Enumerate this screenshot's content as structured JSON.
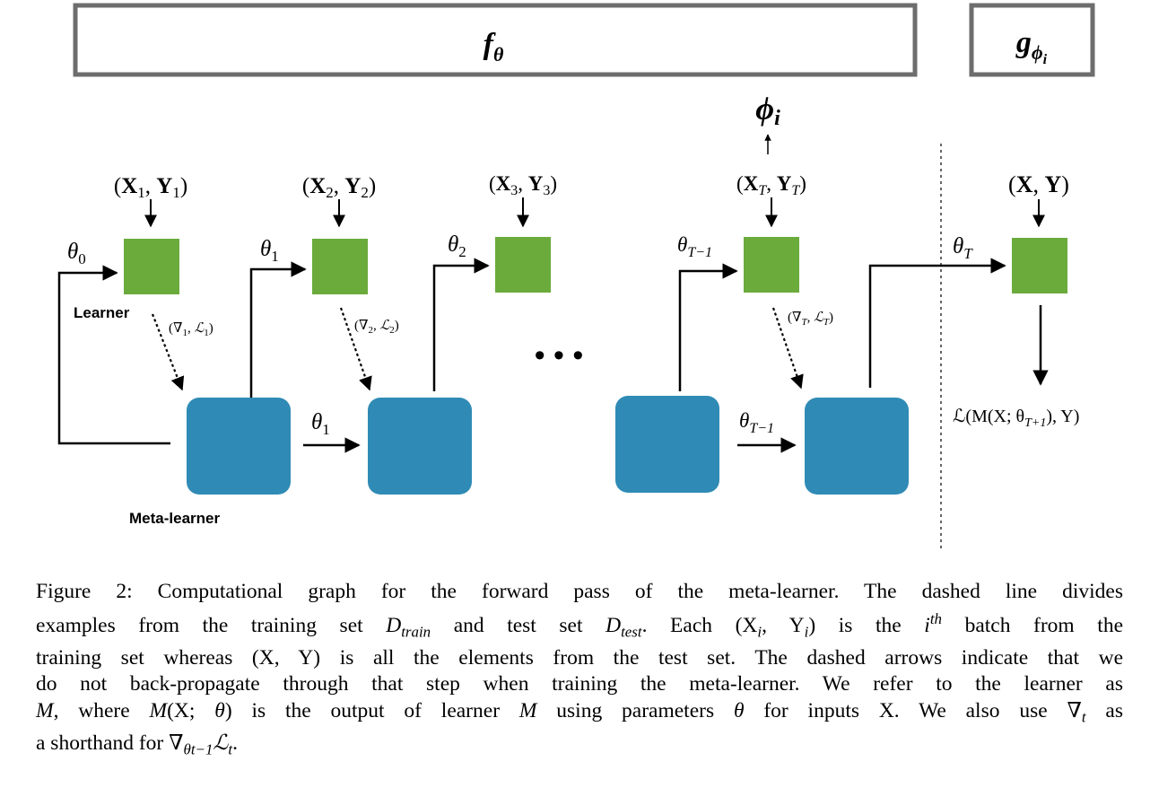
{
  "header": {
    "f_theta": "f",
    "f_theta_sub": "θ",
    "g_phi": "g",
    "g_phi_sub": "ϕ",
    "g_phi_subsub": "i",
    "phi_out": "ϕ",
    "phi_out_sub": "i"
  },
  "diagram": {
    "learner_label": "Learner",
    "metalearner_label": "Meta-learner",
    "inputs": [
      {
        "x": "X",
        "xsub": "1",
        "y": "Y",
        "ysub": "1"
      },
      {
        "x": "X",
        "xsub": "2",
        "y": "Y",
        "ysub": "2"
      },
      {
        "x": "X",
        "xsub": "3",
        "y": "Y",
        "ysub": "3"
      },
      {
        "x": "X",
        "xsub": "T",
        "y": "Y",
        "ysub": "T"
      },
      {
        "x": "X",
        "xsub": "",
        "y": "Y",
        "ysub": ""
      }
    ],
    "thetas": [
      "0",
      "1",
      "2",
      "T−1",
      "T"
    ],
    "theta_symbol": "θ",
    "meta_thetas": [
      "1",
      "T−1"
    ],
    "grad_labels": [
      {
        "nabla": "∇",
        "sub": "1",
        "loss": "ℒ",
        "lsub": "1"
      },
      {
        "nabla": "∇",
        "sub": "2",
        "loss": "ℒ",
        "lsub": "2"
      },
      {
        "nabla": "∇",
        "sub": "T",
        "loss": "ℒ",
        "lsub": "T"
      }
    ],
    "final_loss": "ℒ(M(X; θ",
    "final_loss_sub": "T+1",
    "final_loss_tail": "), Y)",
    "ellipsis": "• • •"
  },
  "caption": {
    "l1": "Figure 2: Computational graph for the forward pass of the meta-learner. The dashed line divides",
    "l2a": "examples from the training set ",
    "l2b": "D",
    "l2bs": "train",
    "l2c": " and test set ",
    "l2d": "D",
    "l2ds": "test",
    "l2e": ". Each (X",
    "l2es": "i",
    "l2f": ", Y",
    "l2fs": "i",
    "l2g": ") is the ",
    "l2h": "i",
    "l2hs": "th",
    "l2i": " batch from the",
    "l3": "training set whereas (X, Y) is all the elements from the test set. The dashed arrows indicate that we",
    "l4": "do not back-propagate through that step when training the meta-learner. We refer to the learner as",
    "l5a": "M",
    "l5b": ", where ",
    "l5c": "M",
    "l5d": "(X; ",
    "l5e": "θ",
    "l5f": ") is the output of learner ",
    "l5g": "M",
    "l5h": " using parameters ",
    "l5i": "θ",
    "l5j": " for inputs X. We also use ∇",
    "l5js": "t",
    "l5k": " as",
    "l6a": "a shorthand for ∇",
    "l6as": "θt−1",
    "l6b": "ℒ",
    "l6bs": "t",
    "l6c": "."
  }
}
